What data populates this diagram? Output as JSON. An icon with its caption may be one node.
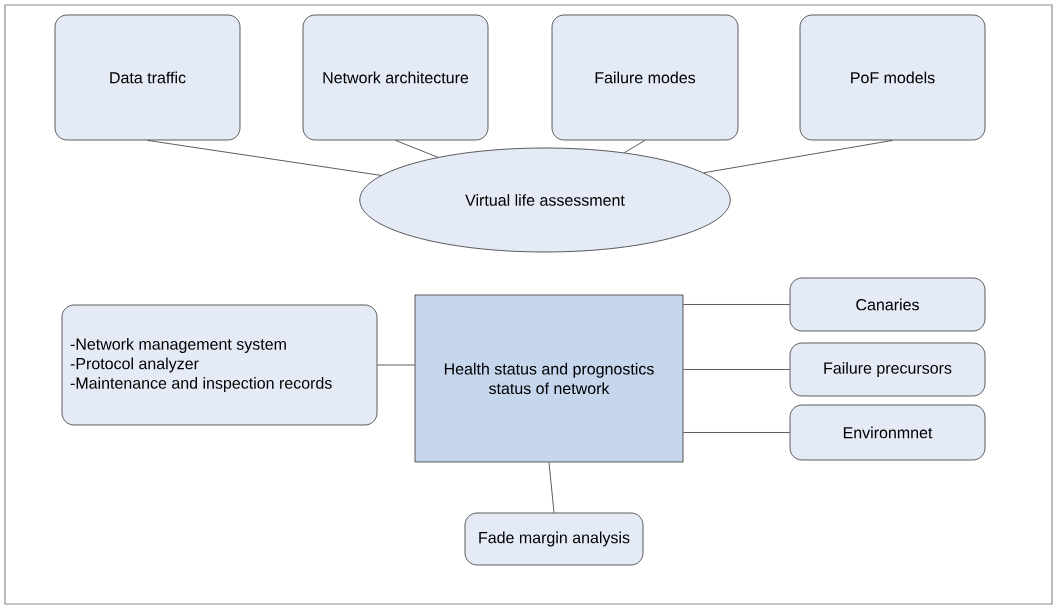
{
  "diagram": {
    "nodes": [
      {
        "text": [
          "Data traffic"
        ]
      },
      {
        "text": [
          "Network architecture"
        ]
      },
      {
        "text": [
          "Failure modes"
        ]
      },
      {
        "text": [
          "PoF models"
        ]
      },
      {
        "text": [
          "Virtual life assessment"
        ]
      },
      {
        "text": [
          "-Network management system",
          "-Protocol analyzer",
          "-Maintenance and inspection records"
        ]
      },
      {
        "text": [
          "Health status and prognostics status of network"
        ]
      },
      {
        "text": [
          "Canaries"
        ]
      },
      {
        "text": [
          "Failure precursors"
        ]
      },
      {
        "text": [
          "Environmnet"
        ]
      },
      {
        "text": [
          "Fade margin analysis"
        ]
      }
    ],
    "edges": [
      {
        "from": 0,
        "to": 4,
        "arrow": "none"
      },
      {
        "from": 1,
        "to": 4,
        "arrow": "none"
      },
      {
        "from": 2,
        "to": 4,
        "arrow": "none"
      },
      {
        "from": 3,
        "to": 4,
        "arrow": "none"
      },
      {
        "from": 5,
        "to": 6,
        "arrow": "none"
      },
      {
        "from": 6,
        "to": 7,
        "arrow": "none"
      },
      {
        "from": 6,
        "to": 8,
        "arrow": "none"
      },
      {
        "from": 6,
        "to": 9,
        "arrow": "none"
      },
      {
        "from": 6,
        "to": 10,
        "arrow": "none"
      }
    ]
  }
}
